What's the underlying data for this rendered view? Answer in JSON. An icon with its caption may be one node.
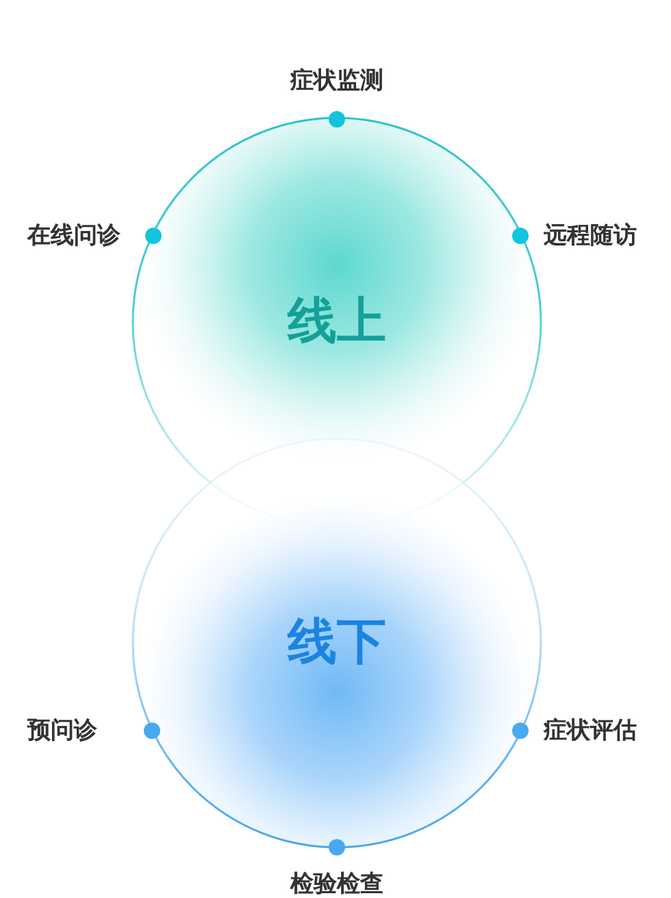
{
  "diagram": {
    "nodes": [
      {
        "text": [
          "线上"
        ],
        "beside": [
          "症状监测",
          "在线问诊",
          "远程随访"
        ]
      },
      {
        "text": [
          "线下"
        ],
        "beside": [
          "预问诊",
          "症状评估",
          "检验检查"
        ]
      }
    ]
  }
}
